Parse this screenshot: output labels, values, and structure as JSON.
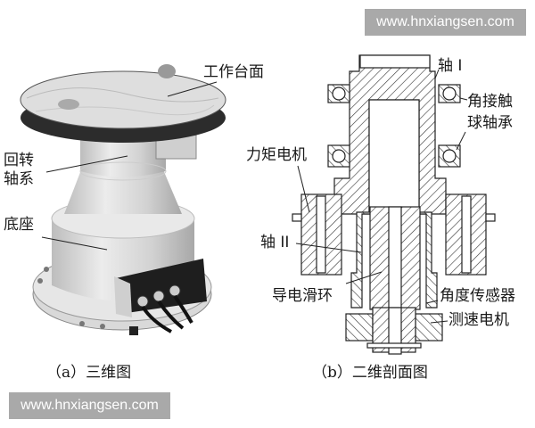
{
  "watermarks": {
    "top": "www.hnxiangsen.com",
    "bottom": "www.hnxiangsen.com"
  },
  "panel_a": {
    "caption": "（a）三维图",
    "labels": {
      "worktable": "工作台面",
      "rotary_shaft_line1": "回转",
      "rotary_shaft_line2": "轴系",
      "base": "底座"
    }
  },
  "panel_b": {
    "caption": "（b）二维剖面图",
    "labels": {
      "shaft_1": "轴 I",
      "bearing_line1": "角接触",
      "bearing_line2": "球轴承",
      "torque_motor": "力矩电机",
      "shaft_2": "轴 II",
      "slip_ring": "导电滑环",
      "angle_sensor": "角度传感器",
      "tacho_motor": "测速电机"
    }
  }
}
